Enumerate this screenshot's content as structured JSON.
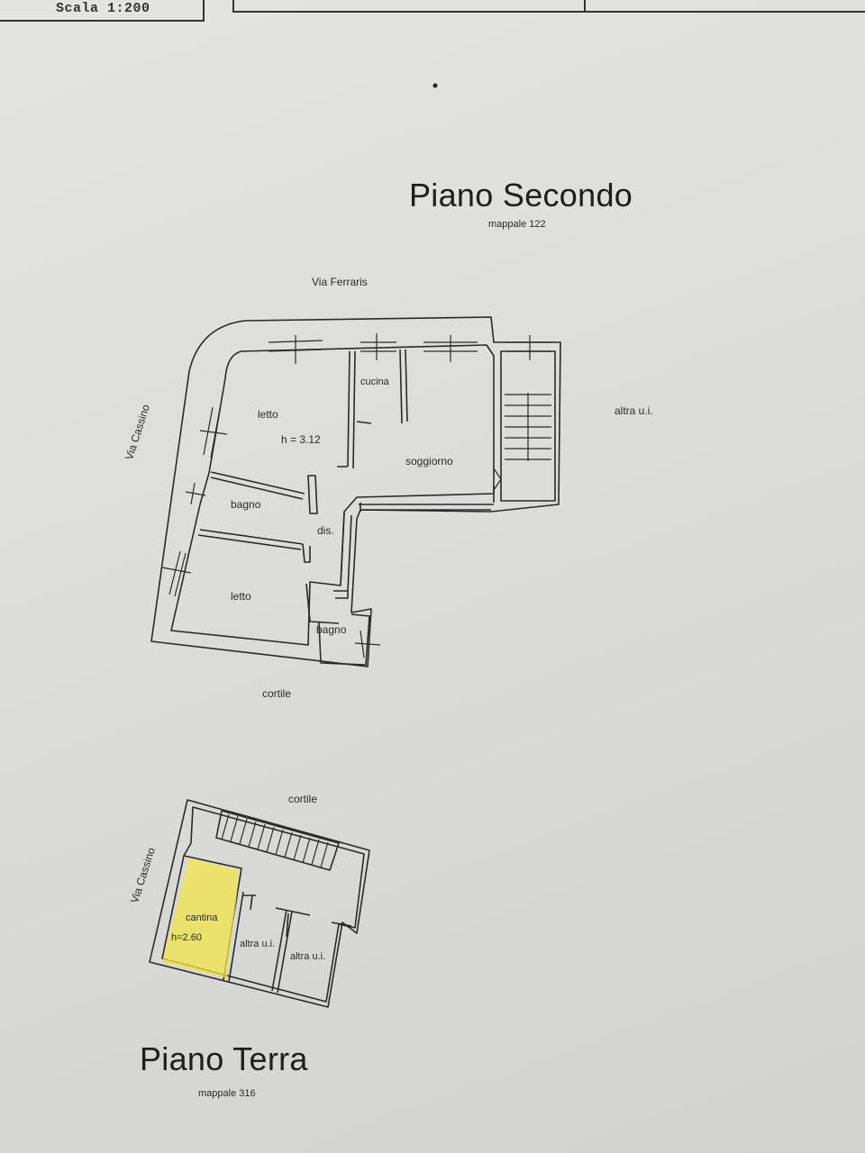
{
  "header": {
    "scale": "Scala 1:200"
  },
  "upper_floor": {
    "title": "Piano Secondo",
    "mappale": "mappale 122",
    "street_north": "Via Ferraris",
    "street_west": "Via Cassino",
    "neighbor_east": "altra u.i.",
    "courtyard": "cortile",
    "height": "h = 3.12",
    "rooms": [
      "letto",
      "cucina",
      "soggiorno",
      "bagno",
      "dis.",
      "letto",
      "bagno"
    ]
  },
  "ground_floor": {
    "title": "Piano Terra",
    "mappale": "mappale 316",
    "street_west": "Via Cassino",
    "courtyard": "cortile",
    "room": "cantina",
    "height": "h=2.60",
    "neighbors": [
      "altra u.i.",
      "altra u.i."
    ]
  },
  "colors": {
    "highlight": "#f2e64a",
    "ink": "#2a2a2a",
    "paper": "#dededc"
  }
}
